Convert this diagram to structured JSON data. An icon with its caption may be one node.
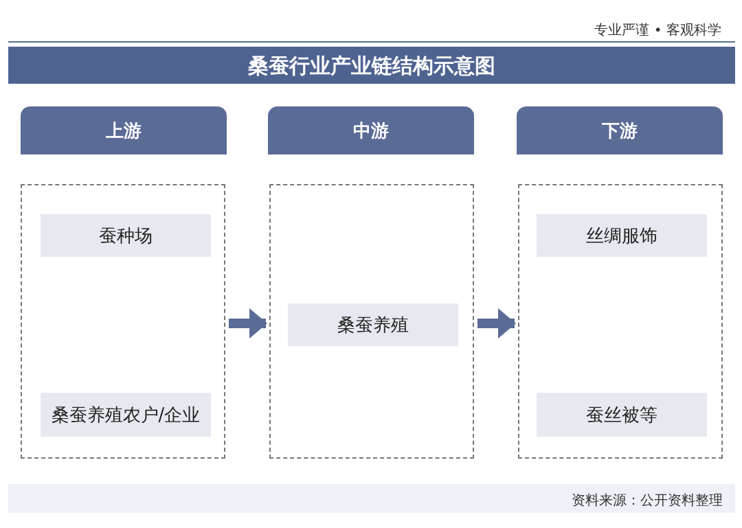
{
  "diagram": {
    "title": "桑蚕行业产业链结构示意图",
    "nodes": [
      {
        "text": [
          "上游"
        ]
      },
      {
        "text": [
          "中游"
        ]
      },
      {
        "text": [
          "下游"
        ]
      },
      {
        "text": [],
        "shape": "box"
      },
      {
        "text": [
          "蚕种场"
        ],
        "in": 3
      },
      {
        "text": [
          "桑蚕养殖农户/企业"
        ],
        "in": 3
      },
      {
        "text": [],
        "shape": "box"
      },
      {
        "text": [
          "桑蚕养殖"
        ],
        "in": 6
      },
      {
        "text": [],
        "shape": "box"
      },
      {
        "text": [
          "丝绸服饰"
        ],
        "in": 8
      },
      {
        "text": [
          "蚕丝被等"
        ],
        "in": 8
      }
    ],
    "edges": [
      {
        "from": 3,
        "to": 6,
        "arrow": "to"
      },
      {
        "from": 6,
        "to": 8,
        "arrow": "to"
      }
    ],
    "labels": [
      "专业严谨 • 客观科学",
      "资料来源：公开资料整理"
    ]
  }
}
